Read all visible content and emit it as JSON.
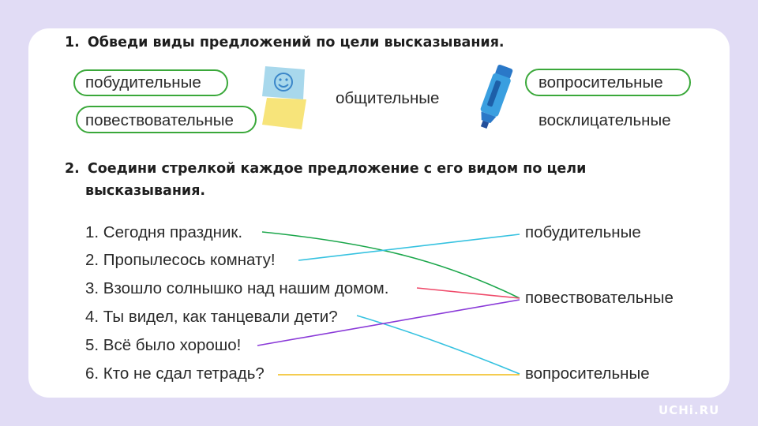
{
  "task1": {
    "number": "1.",
    "title": "Обведи виды предложений по цели высказывания.",
    "words": [
      {
        "text": "побудительные",
        "circled": true
      },
      {
        "text": "повествовательные",
        "circled": true
      },
      {
        "text": "общительные",
        "circled": false
      },
      {
        "text": "вопросительные",
        "circled": true
      },
      {
        "text": "восклицательные",
        "circled": false
      }
    ]
  },
  "task2": {
    "number": "2.",
    "title_line1": "Соедини стрелкой каждое предложение с его видом по цели",
    "title_line2": "высказывания.",
    "sentences": [
      "1. Сегодня праздник.",
      "2. Пропылесось комнату!",
      "3. Взошло солнышко над нашим домом.",
      "4. Ты видел, как танцевали дети?",
      "5. Всё было хорошо!",
      "6. Кто не сдал тетрадь?"
    ],
    "types": [
      "побудительные",
      "повествовательные",
      "вопросительные"
    ],
    "connections": [
      {
        "sentence": 1,
        "type": "повествовательные",
        "color": "#1aa64a"
      },
      {
        "sentence": 2,
        "type": "побудительные",
        "color": "#36c2e0"
      },
      {
        "sentence": 3,
        "type": "повествовательные",
        "color": "#ef4a6a"
      },
      {
        "sentence": 4,
        "type": "вопросительные",
        "color": "#36c2e0"
      },
      {
        "sentence": 5,
        "type": "повествовательные",
        "color": "#8a3ad8"
      },
      {
        "sentence": 6,
        "type": "вопросительные",
        "color": "#f2c437"
      }
    ]
  },
  "colors": {
    "background": "#e1dcf5",
    "card": "#ffffff",
    "pill_border": "#3aa83a",
    "marker": "#3a9fe0",
    "sticky_note_blue": "#a8d8ec",
    "sticky_note_yellow": "#f7e47a"
  },
  "icons": [
    "smiley-sticky-note-icon",
    "marker-icon"
  ],
  "branding": {
    "logo": "UCHi.RU"
  }
}
